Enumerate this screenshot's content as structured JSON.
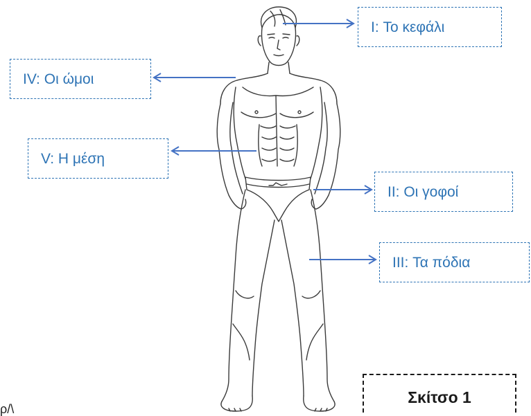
{
  "labels": {
    "head": "I: Το κεφάλι",
    "shoulders": "IV: Οι ώμοι",
    "waist": "V: Η μέση",
    "hips": "II: Οι γοφοί",
    "legs": "III: Τα πόδια"
  },
  "caption": "Σκίτσο 1",
  "edge_fragment": "ρ/\\",
  "colors": {
    "label_blue": "#2e74b5",
    "arrow_blue": "#4472c4",
    "sketch_line": "#3a3a3a"
  }
}
